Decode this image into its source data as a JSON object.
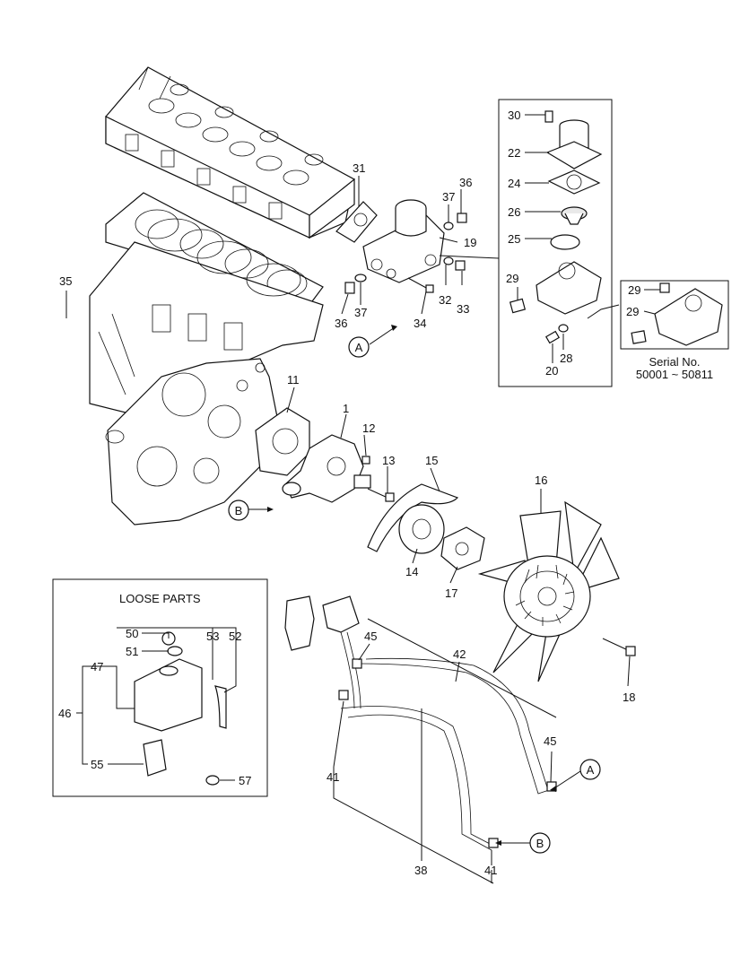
{
  "callouts": {
    "n1": "1",
    "n11": "11",
    "n12": "12",
    "n13": "13",
    "n14": "14",
    "n15": "15",
    "n16": "16",
    "n17": "17",
    "n18": "18",
    "n19": "19",
    "n20": "20",
    "n22": "22",
    "n24": "24",
    "n25": "25",
    "n26": "26",
    "n28": "28",
    "n29a": "29",
    "n29b": "29",
    "n29c": "29",
    "n30": "30",
    "n31": "31",
    "n32": "32",
    "n33": "33",
    "n34": "34",
    "n35": "35",
    "n36a": "36",
    "n36b": "36",
    "n37a": "37",
    "n37b": "37",
    "n38": "38",
    "n41a": "41",
    "n41b": "41",
    "n42": "42",
    "n45a": "45",
    "n45b": "45",
    "n46": "46",
    "n47": "47",
    "n50": "50",
    "n51": "51",
    "n52": "52",
    "n53": "53",
    "n55": "55",
    "n57": "57"
  },
  "markers": {
    "a1": "A",
    "a2": "A",
    "b1": "B",
    "b2": "B"
  },
  "loose_parts": {
    "title": "LOOSE PARTS"
  },
  "serial": {
    "label": "Serial No.",
    "range": "50001 ~ 50811"
  }
}
